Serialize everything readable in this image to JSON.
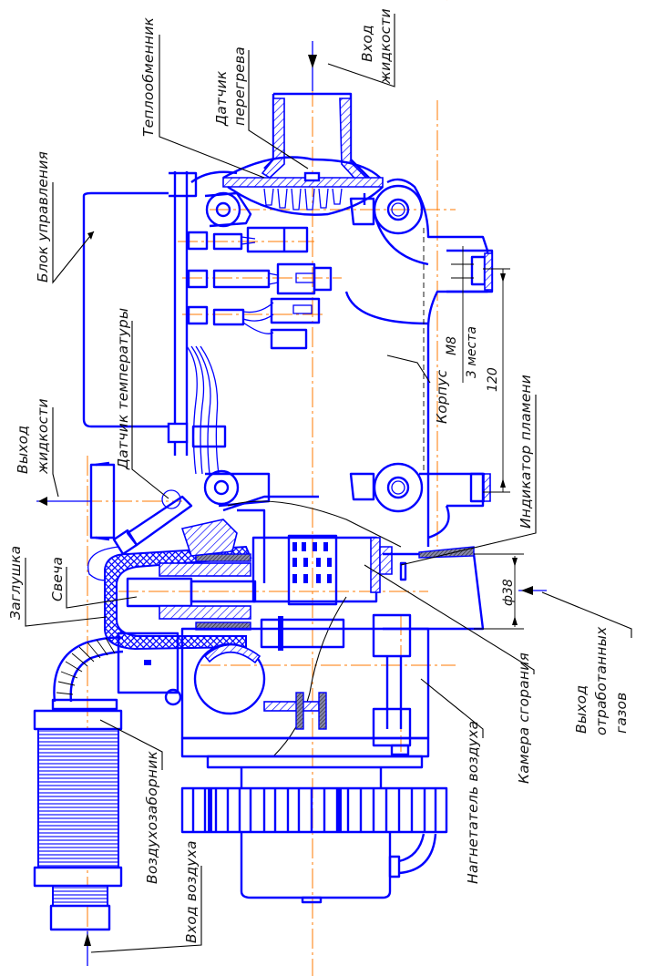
{
  "title": "Heater assembly — sectional drawing",
  "colors": {
    "outline": "#0000ff",
    "axis_line": "#ff7a00",
    "leader_line": "#000000",
    "background": "#ffffff"
  },
  "labels": {
    "heat_exchanger": "Теплообменник",
    "overheat_sensor_line1": "Датчик",
    "overheat_sensor_line2": "перегрева",
    "liquid_inlet_line1": "Вход",
    "liquid_inlet_line2": "жидкости",
    "control_unit": "Блок управления",
    "temperature_sensor": "Датчик температуры",
    "liquid_outlet_line1": "Выход",
    "liquid_outlet_line2": "жидкости",
    "plug": "Заглушка",
    "glow_plug": "Свеча",
    "housing": "Корпус",
    "flame_indicator": "Индикатор пламени",
    "exhaust_outlet_line1": "Выход",
    "exhaust_outlet_line2": "отработанных",
    "exhaust_outlet_line3": "газов",
    "combustion_chamber": "Камера сгорания",
    "air_blower": "Нагнетатель воздуха",
    "air_intake": "Воздухозаборник",
    "air_inlet": "Вход воздуха"
  },
  "dimensions": {
    "thread": "M8",
    "places": "3 места",
    "spacing": "120",
    "exhaust_diameter": "ф38"
  }
}
